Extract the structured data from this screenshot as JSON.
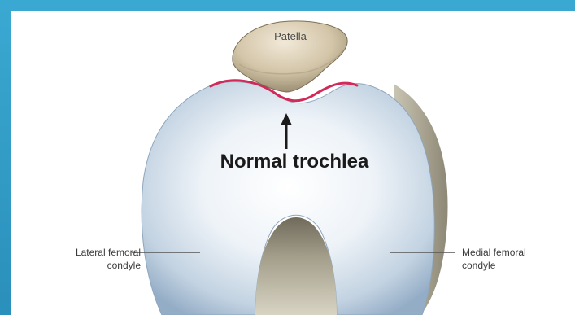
{
  "figure": {
    "patella_label": "Patella",
    "trochlea_label": "Normal trochlea",
    "lateral_label_line1": "Lateral femoral",
    "lateral_label_line2": "condyle",
    "medial_label_line1": "Medial femoral",
    "medial_label_line2": "condyle"
  },
  "colors": {
    "frame": "#2f9bc5",
    "bone_highlight": "#f4f8fb",
    "bone_shadow": "#a9bfd3",
    "cartilage_line": "#d12a5a",
    "patella": "#d8cbb4"
  },
  "icons": {
    "pointer": "arrow-up-icon"
  }
}
